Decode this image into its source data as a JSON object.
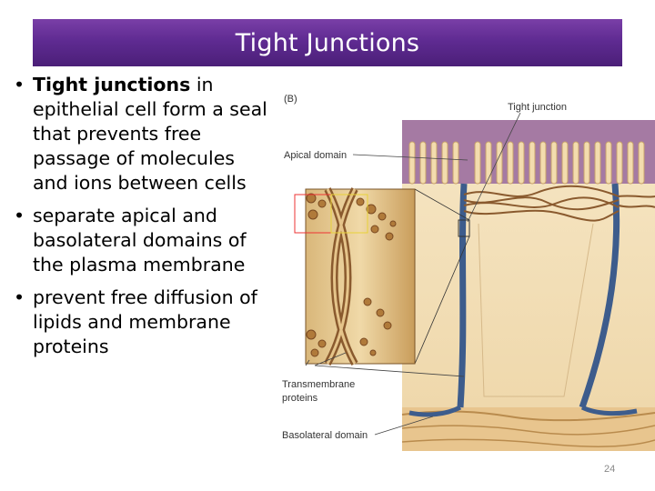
{
  "slide": {
    "title": "Tight Junctions",
    "page_number": "24"
  },
  "bullets": [
    {
      "bold": "Tight junctions",
      "text": " in epithelial cell form a seal that prevents free passage of molecules and ions between cells"
    },
    {
      "bold": "",
      "text": "separate apical and basolateral domains of the plasma membrane"
    },
    {
      "bold": "",
      "text": "prevent free diffusion of lipids and membrane proteins"
    }
  ],
  "figure": {
    "panel_label": "(B)",
    "labels": {
      "tight_junction": "Tight junction",
      "apical_domain": "Apical domain",
      "transmembrane_proteins_1": "Transmembrane",
      "transmembrane_proteins_2": "proteins",
      "basolateral_domain": "Basolateral domain"
    },
    "colors": {
      "apical": "#a57aa3",
      "cell": "#f3dfb8",
      "membrane": "#3d5c8c",
      "strand": "#8a5a2e",
      "title_bg": "#5f2b92"
    }
  }
}
